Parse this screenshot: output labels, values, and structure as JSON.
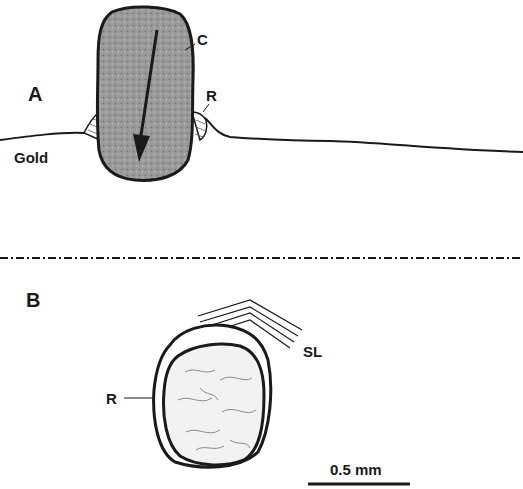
{
  "diagram": {
    "labels": [
      "A",
      "C",
      "R",
      "Gold",
      "B",
      "SL",
      "R",
      "0.5 mm"
    ]
  }
}
